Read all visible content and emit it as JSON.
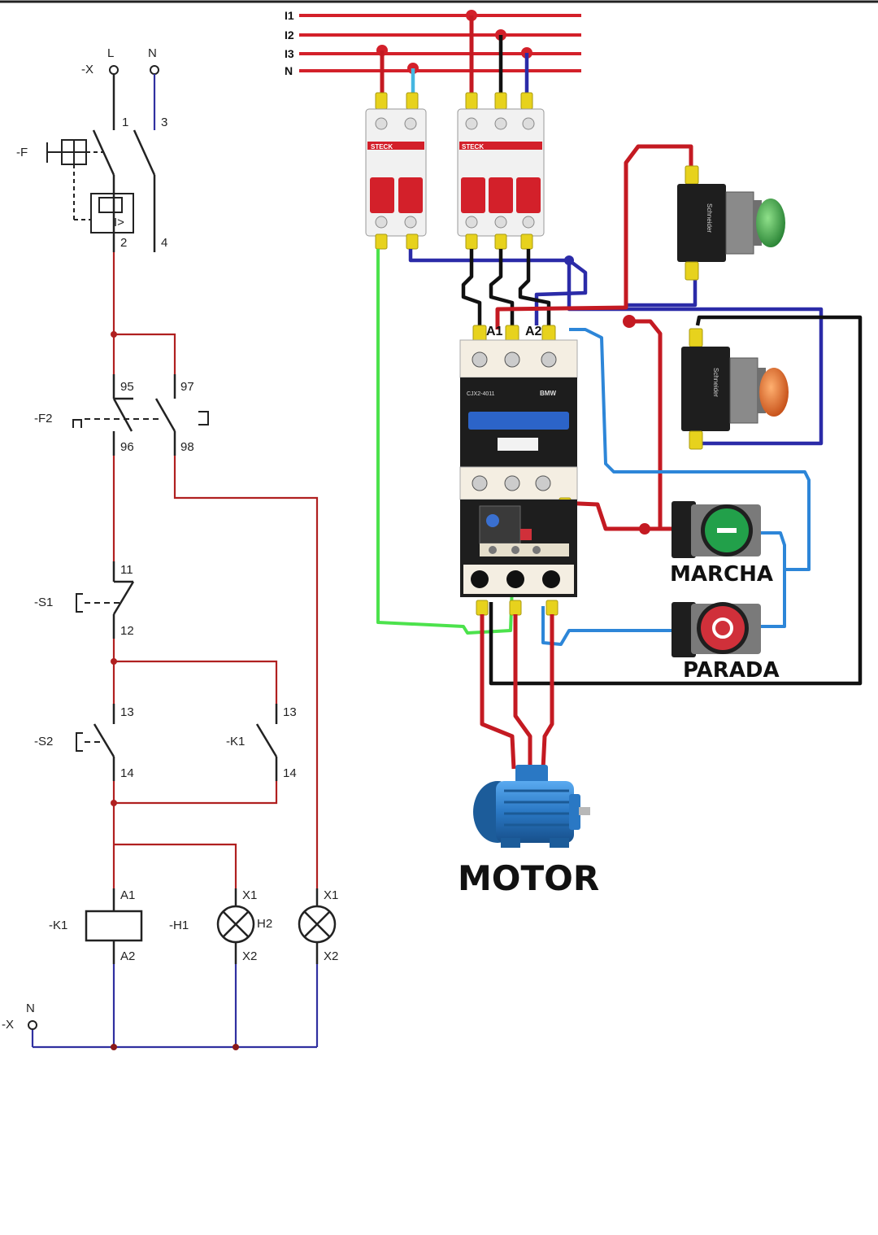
{
  "schematic": {
    "supply": {
      "terminal": "-X",
      "line": "L",
      "neutral": "N"
    },
    "breaker": {
      "tag": "-F",
      "pins": [
        "1",
        "3",
        "2",
        "4"
      ]
    },
    "overload": {
      "tag": "-F2",
      "pins": [
        "95",
        "97",
        "96",
        "98"
      ]
    },
    "stop_button": {
      "tag": "-S1",
      "pins": [
        "11",
        "12"
      ]
    },
    "start_button": {
      "tag": "-S2",
      "pins": [
        "13",
        "14"
      ]
    },
    "holding_contact": {
      "tag": "-K1",
      "pins": [
        "13",
        "14"
      ]
    },
    "coil": {
      "tag": "-K1",
      "pins": [
        "A1",
        "A2"
      ]
    },
    "lamp_h1": {
      "tag": "-H1",
      "pins": [
        "X1",
        "X2"
      ]
    },
    "lamp_h2": {
      "tag": "H2",
      "pins": [
        "X1",
        "X2"
      ]
    },
    "neutral_return": {
      "terminal": "-X",
      "label": "N"
    }
  },
  "wiring": {
    "bus_labels": [
      "I1",
      "I2",
      "I3",
      "N"
    ],
    "breaker_brand": "STECK",
    "contactor_model": "CJX2-4011",
    "contactor_brand": "BMW",
    "coil_terminals": [
      "A1",
      "A2"
    ],
    "pushbutton_brand": "Schneider",
    "start_label": "MARCHA",
    "stop_label": "PARADA",
    "motor_label": "MOTOR"
  },
  "colors": {
    "control_red": "#b02020",
    "neutral_blue": "#3030a0",
    "phase_bus_red": "#d3202a",
    "ground_green": "#4ce24c",
    "light_blue_wire": "#2d86d8",
    "lamp_green": "#2fa83c",
    "lamp_orange": "#e8611a",
    "button_green": "#22a04a",
    "button_red": "#d0303a",
    "motor_blue": "#2a78c4"
  }
}
